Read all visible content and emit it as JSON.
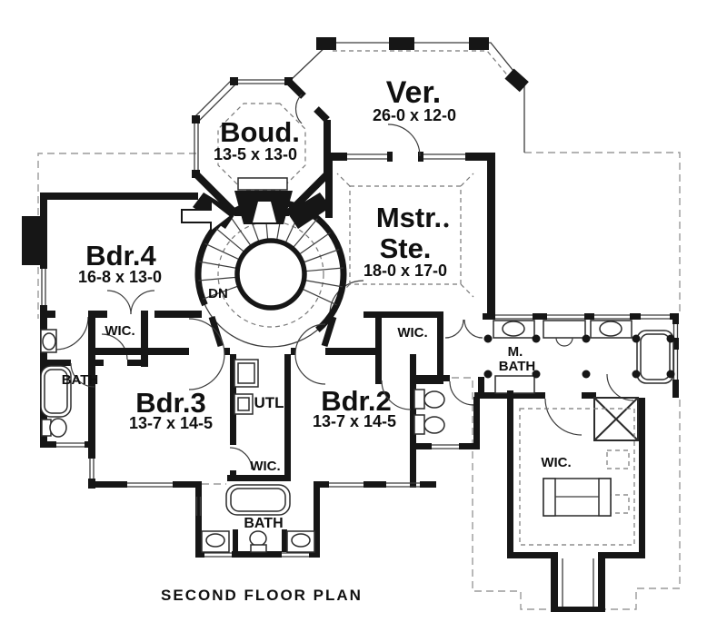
{
  "title": {
    "caption": "SECOND FLOOR PLAN"
  },
  "colors": {
    "wall": "#161616",
    "thin_line": "#3c3c3c",
    "dashed_roof": "#9a9a9a",
    "text": "#101010",
    "background": "#ffffff"
  },
  "rooms": {
    "boudoir": {
      "name": "Boud.",
      "dims": "13-5 x 13-0"
    },
    "veranda": {
      "name": "Ver.",
      "dims": "26-0 x 12-0"
    },
    "bedroom4": {
      "name": "Bdr.4",
      "dims": "16-8 x 13-0"
    },
    "master_suite": {
      "name1": "Mstr.",
      "name2": "Ste.",
      "dims": "18-0 x 17-0"
    },
    "bedroom3": {
      "name": "Bdr.3",
      "dims": "13-7 x 14-5"
    },
    "bedroom2": {
      "name": "Bdr.2",
      "dims": "13-7 x 14-5"
    },
    "master_bath": {
      "name1": "M.",
      "name2": "BATH"
    },
    "bath_left": {
      "name": "BATH"
    },
    "bath_bottom": {
      "name": "BATH"
    },
    "utility": {
      "name": "UTL"
    },
    "wic_left": {
      "name": "WIC."
    },
    "wic_master": {
      "name": "WIC."
    },
    "wic_bottom": {
      "name": "WIC."
    },
    "wic_right": {
      "name": "WIC."
    },
    "stair": {
      "label": "DN"
    }
  }
}
